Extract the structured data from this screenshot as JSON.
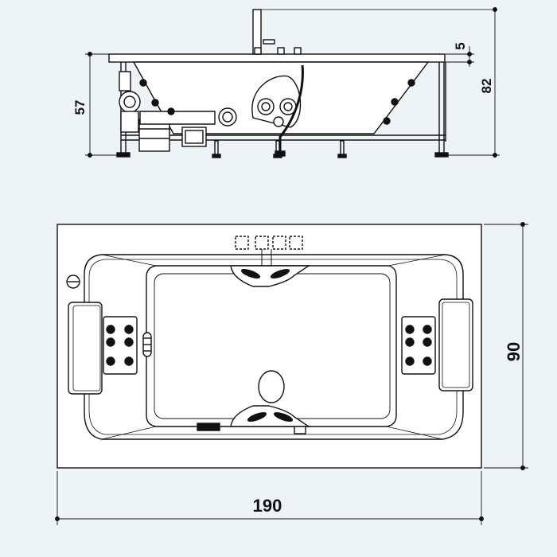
{
  "dimensions": {
    "side_total_height": "82",
    "side_rim_thickness": "5",
    "side_body_height": "57",
    "top_length": "190",
    "top_width": "90"
  },
  "colors": {
    "background": "#eef3f6",
    "line": "#111111",
    "fill": "#ffffff"
  }
}
